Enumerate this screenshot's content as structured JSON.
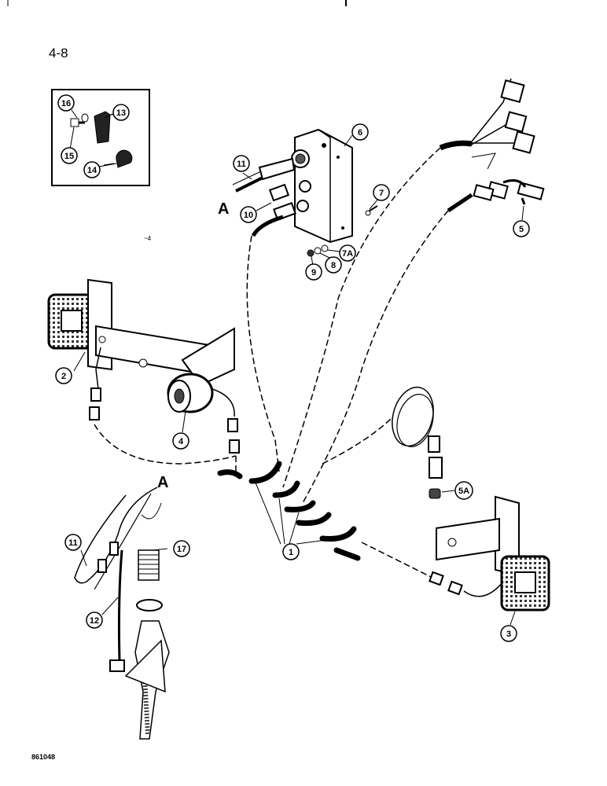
{
  "page": {
    "number": "4-8",
    "drawing_code": "861048"
  },
  "letters": {
    "a_top": "A",
    "a_bottom": "A"
  },
  "callouts": {
    "c1": "1",
    "c2": "2",
    "c3": "3",
    "c4": "4",
    "c5": "5",
    "c5a": "5A",
    "c6": "6",
    "c7": "7",
    "c7a": "7A",
    "c8": "8",
    "c9": "9",
    "c10": "10",
    "c11_top": "11",
    "c11_bottom": "11",
    "c12": "12",
    "c13": "13",
    "c14": "14",
    "c15": "15",
    "c16": "16",
    "c17": "17"
  }
}
